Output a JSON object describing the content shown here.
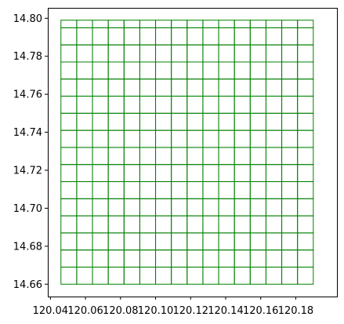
{
  "chart_data": {
    "type": "grid",
    "xlim": [
      120.0385,
      120.2035
    ],
    "ylim": [
      14.6535,
      14.8055
    ],
    "x_ticks": [
      120.04,
      120.06,
      120.08,
      120.1,
      120.12,
      120.14,
      120.16,
      120.18
    ],
    "x_tick_labels": [
      "120.04",
      "120.06",
      "120.08",
      "120.10",
      "120.12",
      "120.14",
      "120.16",
      "120.18"
    ],
    "y_ticks": [
      14.66,
      14.68,
      14.7,
      14.72,
      14.74,
      14.76,
      14.78,
      14.8
    ],
    "y_tick_labels": [
      "14.66",
      "14.68",
      "14.70",
      "14.72",
      "14.74",
      "14.76",
      "14.78",
      "14.80"
    ],
    "cells": {
      "x_edges": [
        120.046,
        120.055,
        120.064,
        120.073,
        120.082,
        120.091,
        120.1,
        120.109,
        120.118,
        120.127,
        120.136,
        120.145,
        120.154,
        120.163,
        120.172,
        120.181,
        120.19
      ],
      "y_edges": [
        14.66,
        14.669,
        14.678,
        14.687,
        14.696,
        14.705,
        14.714,
        14.723,
        14.732,
        14.741,
        14.75,
        14.759,
        14.768,
        14.777,
        14.786,
        14.795,
        14.799
      ]
    },
    "edge_color": "#008000",
    "face_color": "none",
    "grid": false,
    "title": "",
    "xlabel": "",
    "ylabel": ""
  }
}
